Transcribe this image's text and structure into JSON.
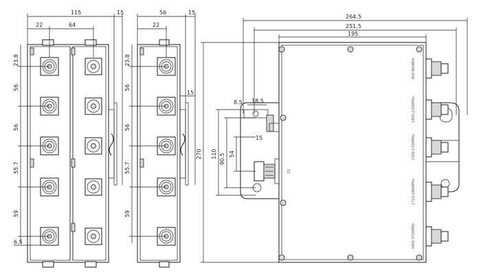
{
  "view_left": {
    "overall_width": "115",
    "right_offset": "15",
    "offset_small": "22",
    "offset_mid": "64",
    "top_dim": "23.8",
    "pitch_1": "56",
    "pitch_2": "56",
    "pitch_3": "55.7",
    "pitch_4": "59",
    "bottom_dim": "6.5"
  },
  "view_middle": {
    "overall_width": "56",
    "right_offset": "15",
    "offset_small": "22",
    "top_dim": "23.8",
    "pitch_1": "56",
    "pitch_2": "56",
    "pitch_3": "55.7",
    "pitch_4": "59",
    "side_dim": "15",
    "height_dim": "270"
  },
  "view_right": {
    "dim_total": "264.5",
    "dim_mid": "251.5",
    "dim_inner": "195",
    "height_1": "110",
    "height_2": "90.5",
    "height_3": "54",
    "dim_a": "8.5",
    "dim_b": "18.5",
    "dim_c": "15",
    "body_label": "CE",
    "port_labels": [
      "800-960MHz",
      "1800-2200MHz",
      "2300-2700MHz",
      "1710-1880MHz",
      "3400-3700MHz"
    ]
  }
}
